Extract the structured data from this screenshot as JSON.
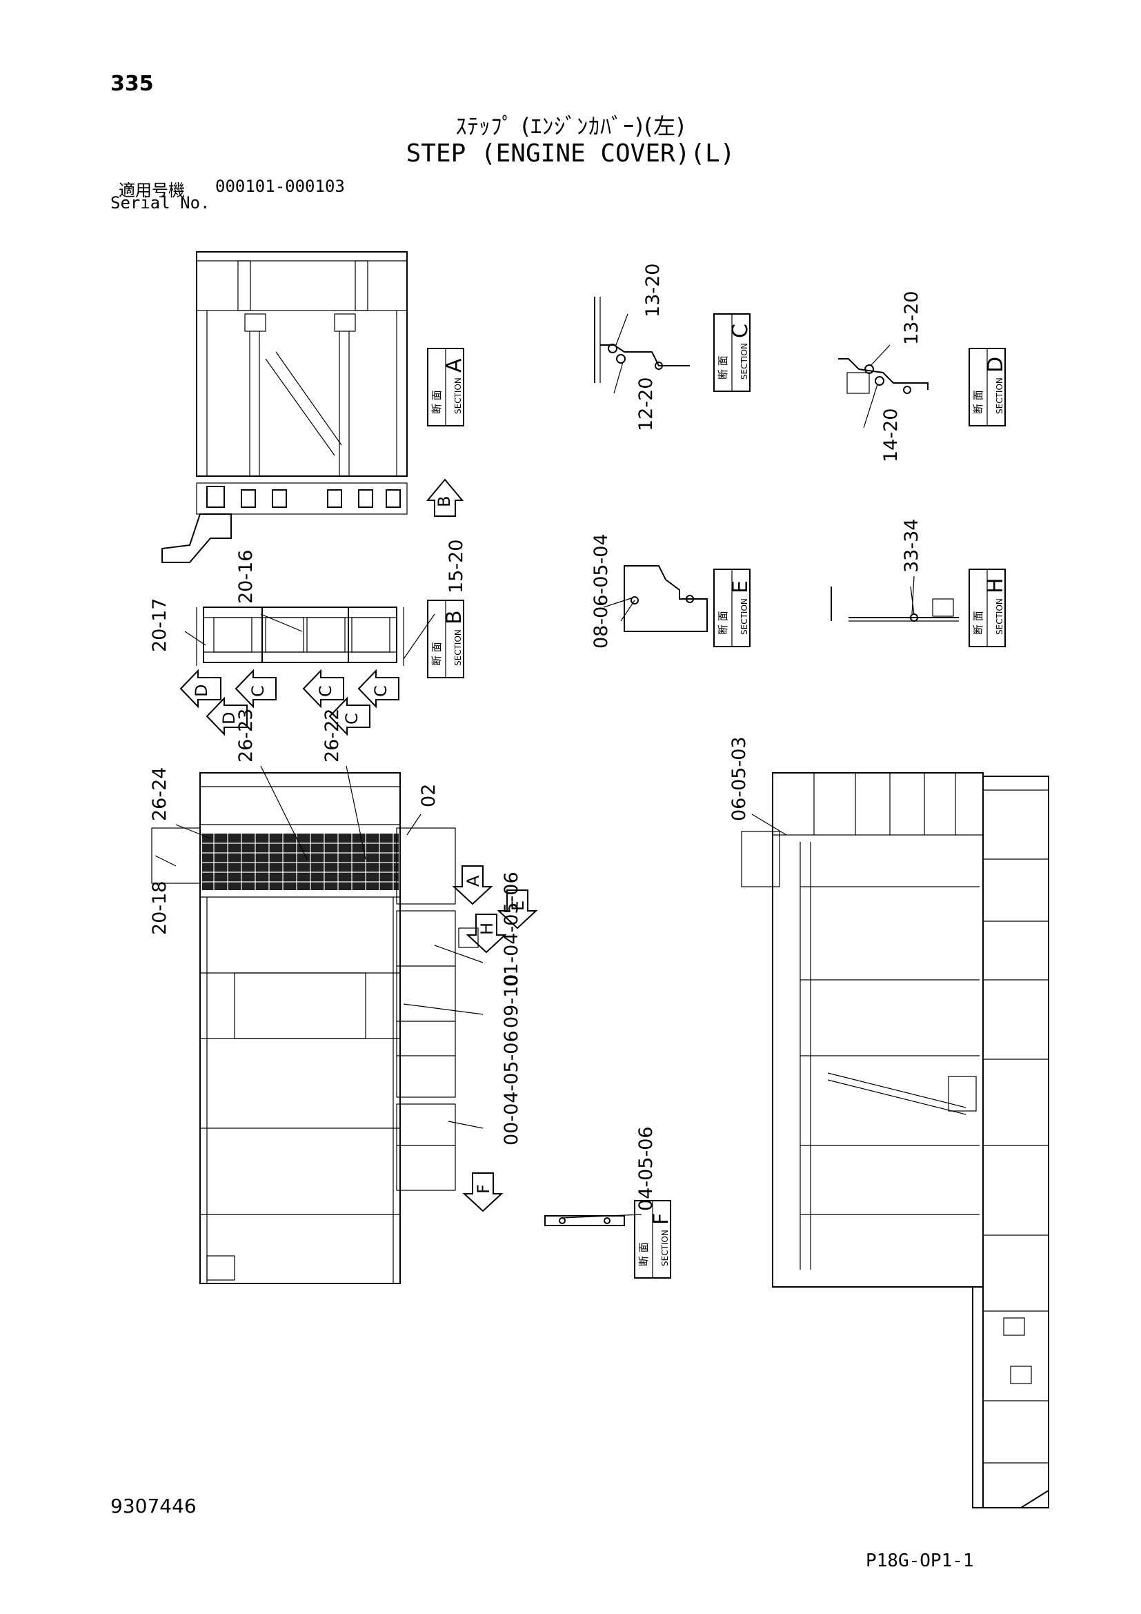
{
  "header": {
    "page_number": "335",
    "title_jp": "ｽﾃｯﾌﾟ (ｴﾝｼﾞﾝｶﾊﾞｰ)(左)",
    "title_en": "STEP (ENGINE COVER)(L)",
    "serial_label_jp": "適用号機",
    "serial_range": "000101-000103",
    "serial_label_en": "Serial No."
  },
  "footer": {
    "doc_number": "9307446",
    "page_code": "P18G-OP1-1"
  },
  "section_boxes": [
    {
      "letter": "A",
      "kanji": "断 面",
      "caption": "SECTION"
    },
    {
      "letter": "B",
      "kanji": "断 面",
      "caption": "SECTION"
    },
    {
      "letter": "C",
      "kanji": "断 面",
      "caption": "SECTION"
    },
    {
      "letter": "D",
      "kanji": "断 面",
      "caption": "SECTION"
    },
    {
      "letter": "E",
      "kanji": "断 面",
      "caption": "SECTION"
    },
    {
      "letter": "H",
      "kanji": "断 面",
      "caption": "SECTION"
    },
    {
      "letter": "F",
      "kanji": "断 面",
      "caption": "SECTION"
    }
  ],
  "view_arrows": [
    "B",
    "D",
    "D",
    "C",
    "C",
    "C",
    "C",
    "A",
    "H",
    "E",
    "F"
  ],
  "part_callouts": [
    "13-20",
    "12-20",
    "13-20",
    "14-20",
    "20-16",
    "15-20",
    "20-17",
    "08-06-05-04",
    "33-34",
    "26-23",
    "26-22",
    "26-24",
    "02",
    "20-18",
    "01-04-05-06",
    "09-10",
    "00-04-05-06",
    "04-05-06",
    "06-05-03"
  ]
}
